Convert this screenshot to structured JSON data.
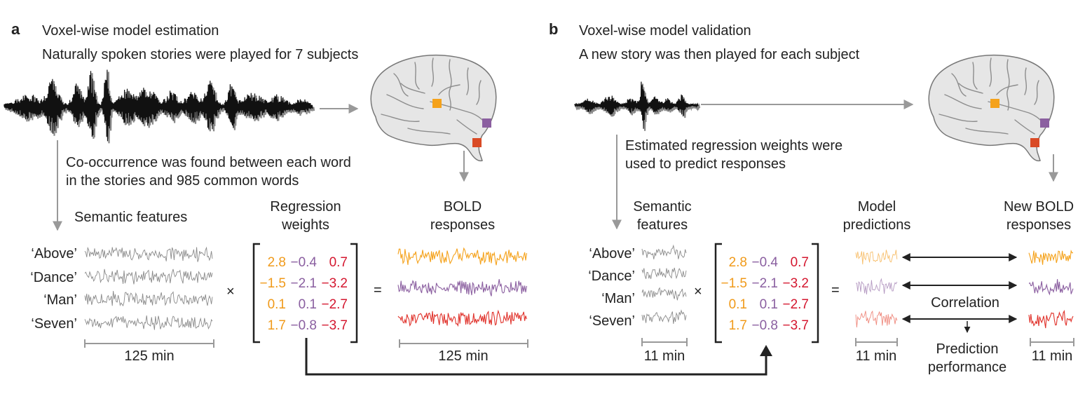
{
  "panel_a": {
    "letter": "a",
    "title": "Voxel-wise model estimation",
    "subtitle": "Naturally spoken stories were played for 7 subjects",
    "cooccurrence_line1": "Co-occurrence was found between each word",
    "cooccurrence_line2": "in the stories and 985 common words",
    "semantic_features": "Semantic features",
    "regression_line1": "Regression",
    "regression_line2": "weights",
    "bold_line1": "BOLD",
    "bold_line2": "responses",
    "words": [
      "‘Above’",
      "‘Dance’",
      "‘Man’",
      "‘Seven’"
    ],
    "times": "×",
    "equals": "=",
    "scale_features": "125 min",
    "scale_bold": "125 min"
  },
  "panel_b": {
    "letter": "b",
    "title": "Voxel-wise model validation",
    "subtitle": "A new story was then played for each subject",
    "estimated_line1": "Estimated regression weights were",
    "estimated_line2": "used to predict responses",
    "semantic_line1": "Semantic",
    "semantic_line2": "features",
    "model_line1": "Model",
    "model_line2": "predictions",
    "newbold_line1": "New BOLD",
    "newbold_line2": "responses",
    "words": [
      "‘Above’",
      "‘Dance’",
      "‘Man’",
      "‘Seven’"
    ],
    "times": "×",
    "equals": "=",
    "correlation": "Correlation",
    "prediction_line1": "Prediction",
    "prediction_line2": "performance",
    "scale_features": "11 min",
    "scale_model": "11 min",
    "scale_newbold": "11 min"
  },
  "weights": [
    [
      "2.8",
      "−0.4",
      "0.7"
    ],
    [
      "−1.5",
      "−2.1",
      "−3.2"
    ],
    [
      "0.1",
      "0.1",
      "−2.7"
    ],
    [
      "1.7",
      "−0.8",
      "−3.7"
    ]
  ],
  "colors": {
    "orange": "#f5a21b",
    "purple": "#8b5fa0",
    "red": "#e0312a",
    "col_text_orange": "#f09a1a",
    "col_text_purple": "#8a5fa0",
    "col_text_red": "#d4172f",
    "gray_signal": "#8a8a8a",
    "arrow_gray": "#999999",
    "brain_fill": "#e6e6e6"
  },
  "icons": {
    "brain": "brain-icon",
    "audio": "audio-waveform-icon"
  }
}
